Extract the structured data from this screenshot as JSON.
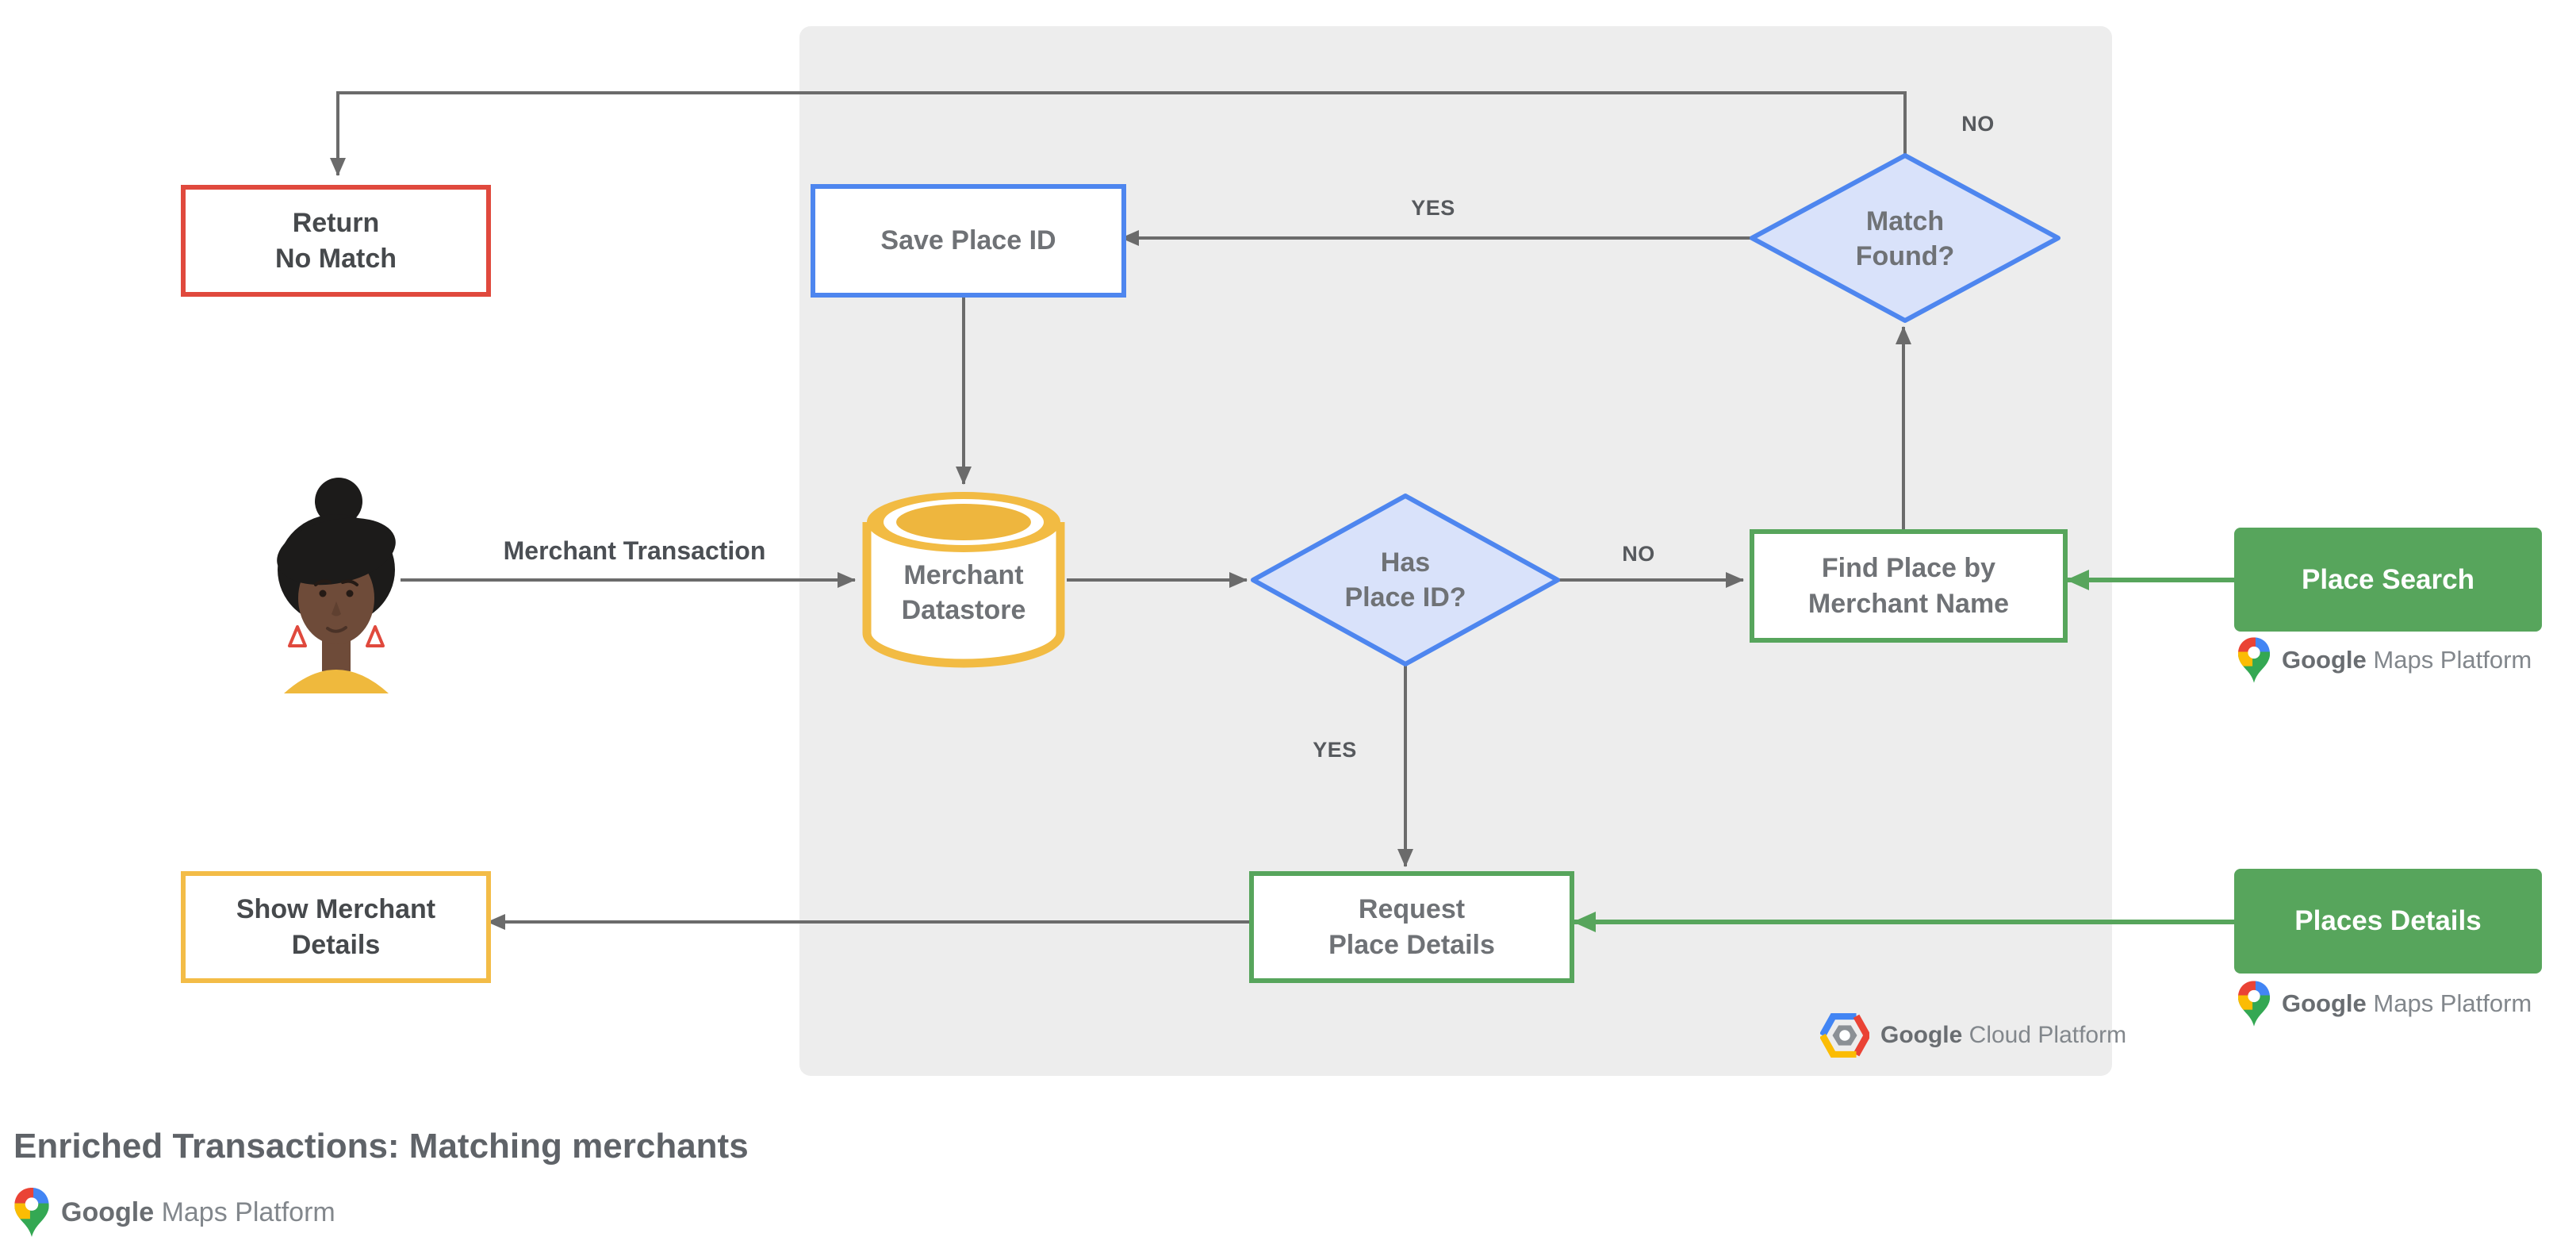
{
  "title": "Enriched Transactions: Matching merchants",
  "labels": {
    "merchant_transaction": "Merchant Transaction",
    "yes_to_save": "YES",
    "no_to_return": "NO",
    "no_to_find": "NO",
    "yes_to_request": "YES"
  },
  "nodes": {
    "return_no_match": "Return\nNo Match",
    "save_place_id": "Save Place ID",
    "match_found": "Match\nFound?",
    "merchant_datastore": "Merchant\nDatastore",
    "has_place_id": "Has\nPlace ID?",
    "find_place_by_merchant_name": "Find Place by\nMerchant Name",
    "request_place_details": "Request\nPlace Details",
    "show_merchant_details": "Show Merchant\nDetails",
    "place_search": "Place Search",
    "places_details": "Places Details"
  },
  "logos": {
    "gmp": {
      "brand": "Google",
      "product": "Maps Platform"
    },
    "gcp": {
      "brand": "Google",
      "product": "Cloud Platform"
    }
  },
  "colors": {
    "red": "#e0493d",
    "blue": "#4e86ef",
    "blue-fill": "#d9e2fa",
    "green": "#57a55c",
    "yellow": "#f3bc47",
    "gold": "#f2bb43",
    "gold-dark": "#eeb63e",
    "panel": "#ededed",
    "edge": "#6b6b6b",
    "g-blue": "#4285F4",
    "g-red": "#EA4335",
    "g-yellow": "#FBBC04",
    "g-green": "#34A853"
  }
}
